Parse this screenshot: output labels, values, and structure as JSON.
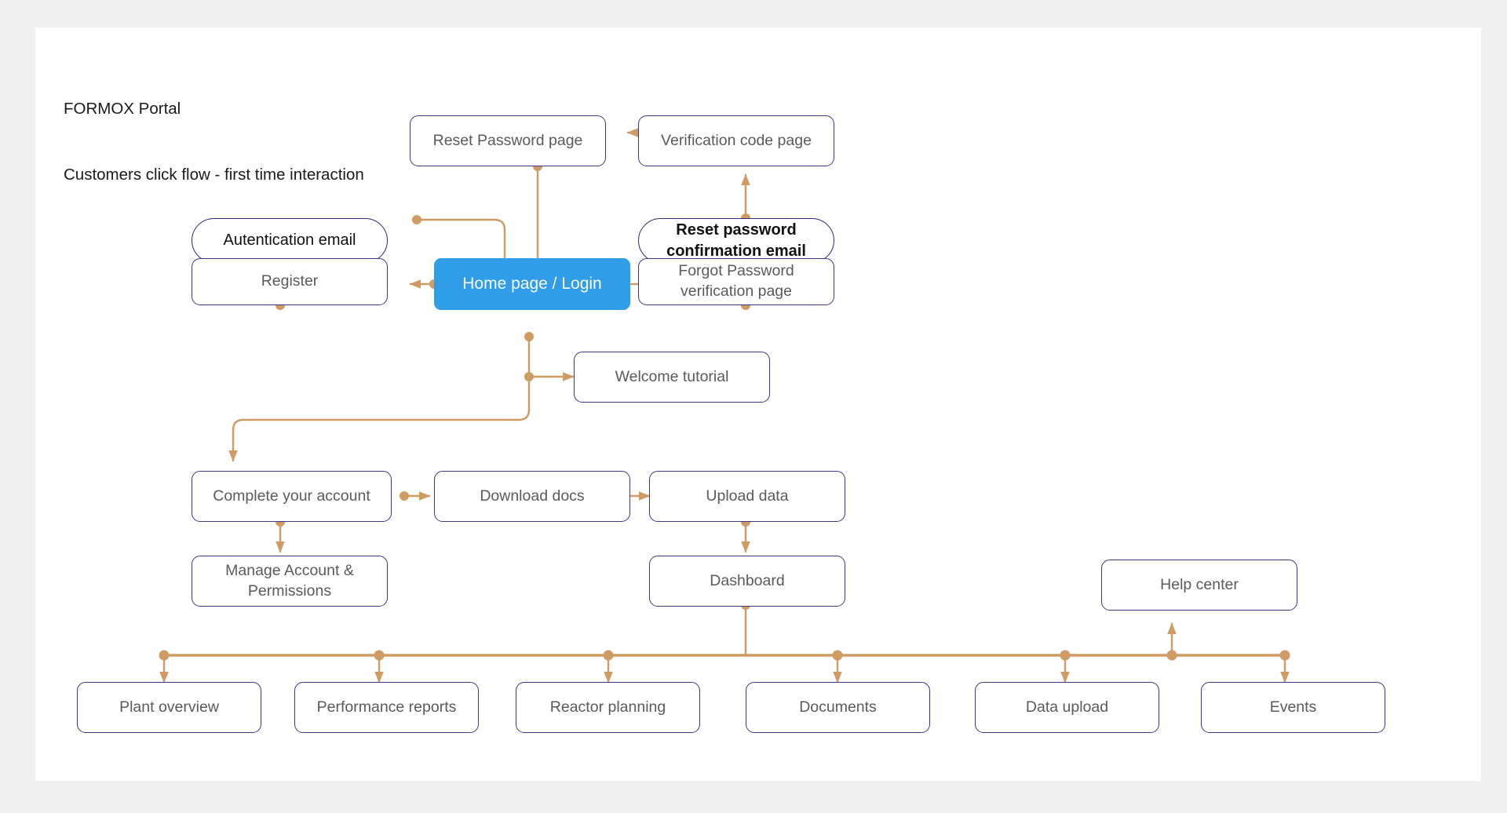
{
  "document": {
    "title_line_1": "FORMOX Portal",
    "title_line_2": "Customers click flow - first time interaction",
    "background_color": "#f0f0f0",
    "canvas_color": "#ffffff"
  },
  "theme": {
    "node_border": "#3b3588",
    "node_text": "#5a5a5a",
    "email_node_border": "#2e2a78",
    "email_node_text": "#111111",
    "primary_fill": "#2f9de8",
    "primary_text": "#ffffff",
    "connector": "#cf9b63"
  },
  "nodes": {
    "reset_password_page": {
      "label": "Reset Password page",
      "shape": "rect"
    },
    "verification_code_page": {
      "label": "Verification code page",
      "shape": "rect"
    },
    "autentication_email": {
      "label": "Autentication email",
      "shape": "pill"
    },
    "reset_password_confirmation_email": {
      "label": "Reset password\nconfirmation email",
      "shape": "pill"
    },
    "register": {
      "label": "Register",
      "shape": "rect"
    },
    "home_page_login": {
      "label": "Home page / Login",
      "shape": "rect-primary"
    },
    "forgot_password_verification_page": {
      "label": "Forgot Password\nverification  page",
      "shape": "rect"
    },
    "welcome_tutorial": {
      "label": "Welcome tutorial",
      "shape": "rect"
    },
    "complete_your_account": {
      "label": "Complete your account",
      "shape": "rect"
    },
    "download_docs": {
      "label": "Download docs",
      "shape": "rect"
    },
    "upload_data": {
      "label": "Upload data",
      "shape": "rect"
    },
    "manage_account_permissions": {
      "label": "Manage Account &\nPermissions",
      "shape": "rect"
    },
    "dashboard": {
      "label": "Dashboard",
      "shape": "rect"
    },
    "help_center": {
      "label": "Help center",
      "shape": "rect"
    },
    "plant_overview": {
      "label": "Plant overview",
      "shape": "rect"
    },
    "performance_reports": {
      "label": "Performance reports",
      "shape": "rect"
    },
    "reactor_planning": {
      "label": "Reactor planning",
      "shape": "rect"
    },
    "documents": {
      "label": "Documents",
      "shape": "rect"
    },
    "data_upload": {
      "label": "Data upload",
      "shape": "rect"
    },
    "events": {
      "label": "Events",
      "shape": "rect"
    }
  },
  "connections": [
    {
      "from": "verification_code_page",
      "to": "reset_password_page"
    },
    {
      "from": "reset_password_page",
      "to": "home_page_login"
    },
    {
      "from": "reset_password_confirmation_email",
      "to": "verification_code_page"
    },
    {
      "from": "forgot_password_verification_page",
      "to": "reset_password_confirmation_email"
    },
    {
      "from": "autentication_email",
      "to": "home_page_login"
    },
    {
      "from": "register",
      "to": "autentication_email"
    },
    {
      "from": "home_page_login",
      "to": "register"
    },
    {
      "from": "home_page_login",
      "to": "forgot_password_verification_page"
    },
    {
      "from": "home_page_login",
      "to": "welcome_tutorial"
    },
    {
      "from": "home_page_login",
      "to": "complete_your_account"
    },
    {
      "from": "complete_your_account",
      "to": "download_docs"
    },
    {
      "from": "download_docs",
      "to": "upload_data"
    },
    {
      "from": "complete_your_account",
      "to": "manage_account_permissions"
    },
    {
      "from": "upload_data",
      "to": "dashboard"
    },
    {
      "from": "dashboard",
      "to": "navigation_bus"
    },
    {
      "from": "navigation_bus",
      "to": "plant_overview"
    },
    {
      "from": "navigation_bus",
      "to": "performance_reports"
    },
    {
      "from": "navigation_bus",
      "to": "reactor_planning"
    },
    {
      "from": "navigation_bus",
      "to": "documents"
    },
    {
      "from": "navigation_bus",
      "to": "data_upload"
    },
    {
      "from": "navigation_bus",
      "to": "events"
    },
    {
      "from": "navigation_bus",
      "to": "help_center"
    }
  ]
}
